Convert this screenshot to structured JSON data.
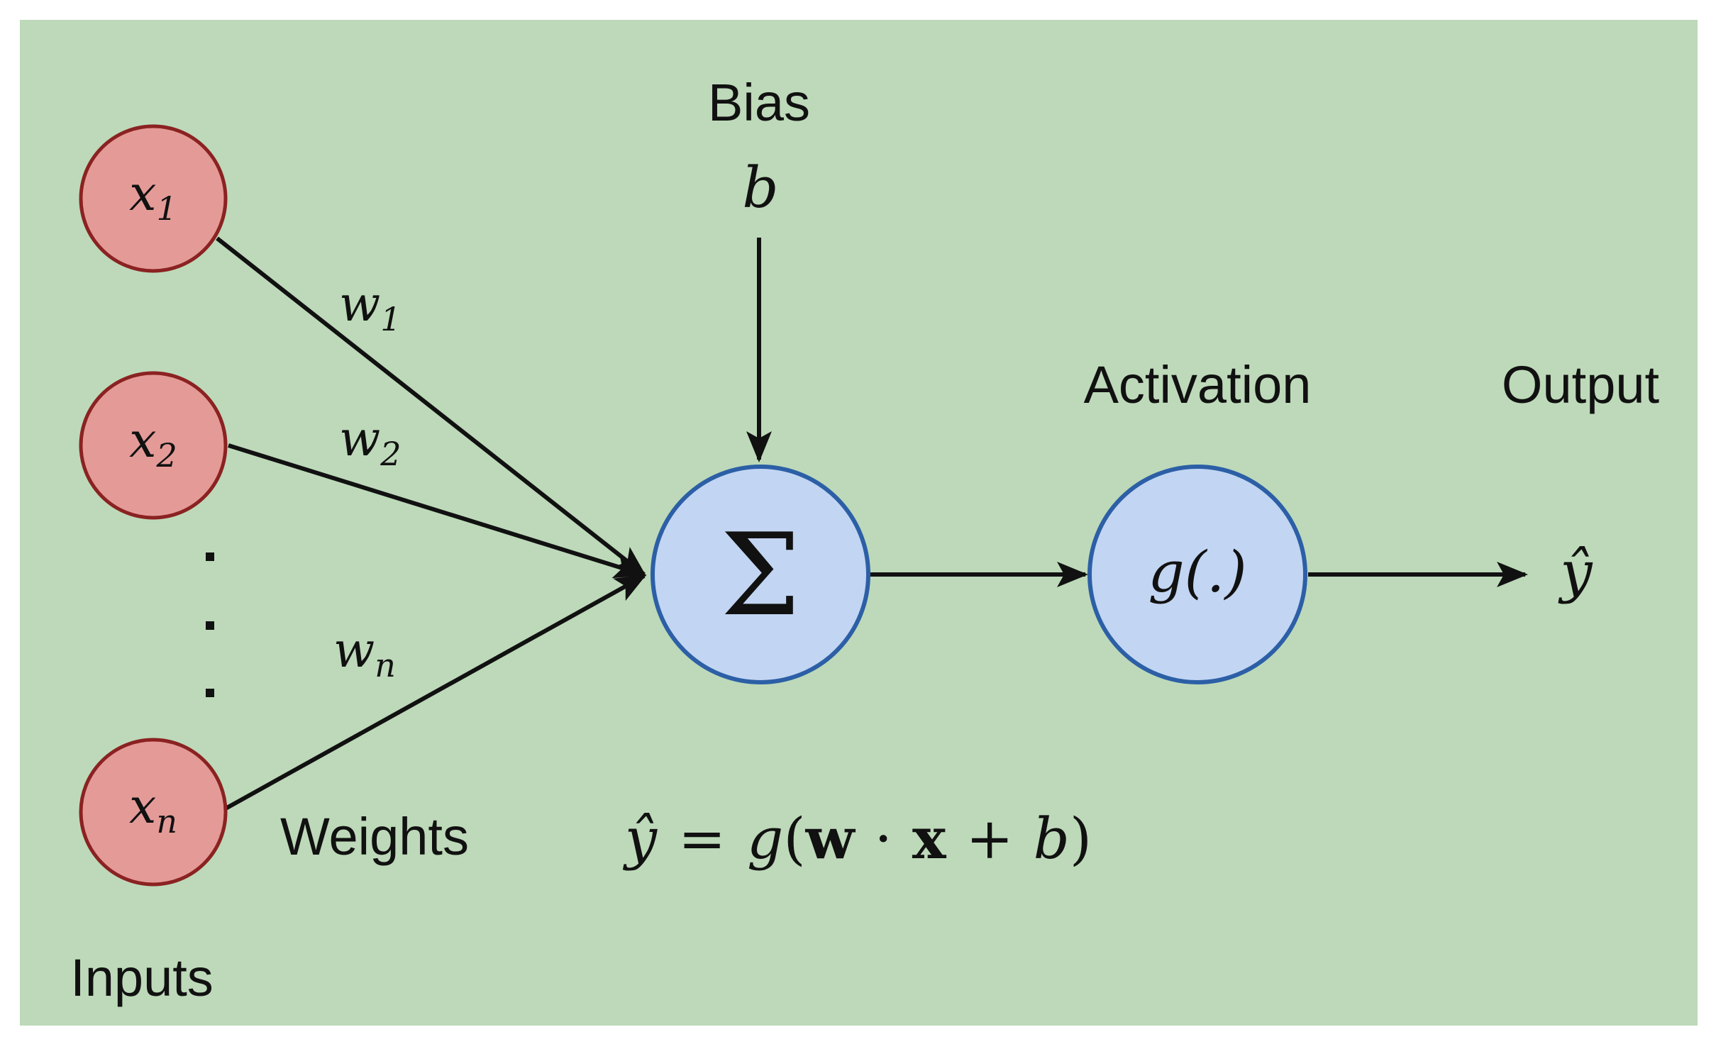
{
  "colors": {
    "background": "#bdd9b9",
    "input_node_fill": "#e49b98",
    "input_node_stroke": "#8b2222",
    "compute_node_fill": "#c2d5f2",
    "compute_node_stroke": "#2c5fa6",
    "edge": "#111111"
  },
  "inputs": [
    {
      "base": "x",
      "sub": "1"
    },
    {
      "base": "x",
      "sub": "2"
    },
    {
      "base": "x",
      "sub": "n"
    }
  ],
  "weights": [
    {
      "base": "w",
      "sub": "1"
    },
    {
      "base": "w",
      "sub": "2"
    },
    {
      "base": "w",
      "sub": "n"
    }
  ],
  "labels": {
    "bias": "Bias",
    "bias_symbol": "b",
    "activation": "Activation",
    "output": "Output",
    "weights": "Weights",
    "inputs": "Inputs"
  },
  "summation": {
    "symbol": "Σ"
  },
  "activation_node": {
    "text": "g(.)"
  },
  "output_symbol": "ŷ",
  "formula": {
    "yhat": "ŷ",
    "eq": "=",
    "g": "g",
    "open": "(",
    "w": "w",
    "dot": "·",
    "x": "x",
    "plus": "+",
    "b": "b",
    "close": ")"
  }
}
